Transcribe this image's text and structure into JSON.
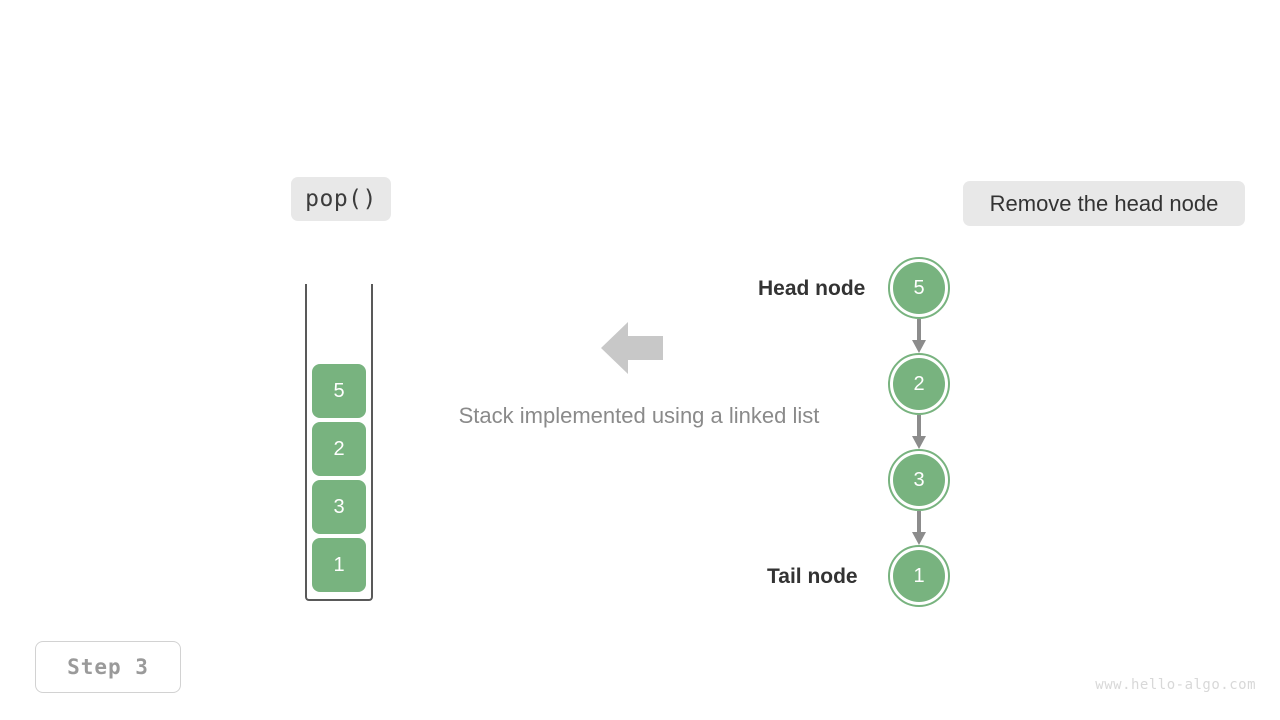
{
  "operation": {
    "label": "pop()"
  },
  "description": {
    "label": "Remove the head node"
  },
  "caption": {
    "text": "Stack implemented using a linked list"
  },
  "stack": {
    "cells": [
      {
        "value": "5"
      },
      {
        "value": "2"
      },
      {
        "value": "3"
      },
      {
        "value": "1"
      }
    ]
  },
  "linked_list": {
    "nodes": [
      {
        "value": "5"
      },
      {
        "value": "2"
      },
      {
        "value": "3"
      },
      {
        "value": "1"
      }
    ],
    "head_label": "Head node",
    "tail_label": "Tail node"
  },
  "step": {
    "label": "Step 3"
  },
  "watermark": {
    "text": "www.hello-algo.com"
  },
  "colors": {
    "node_green": "#78b37f",
    "badge_gray": "#e8e8e8",
    "arrow_gray": "#c8c8c8",
    "link_gray": "#8c8c8c",
    "text_dark": "#333333",
    "text_muted": "#8a8a8a",
    "container_stroke": "#595959"
  },
  "icons": {
    "flow_arrow": "left-arrow-icon",
    "node_link": "down-arrow-icon"
  }
}
